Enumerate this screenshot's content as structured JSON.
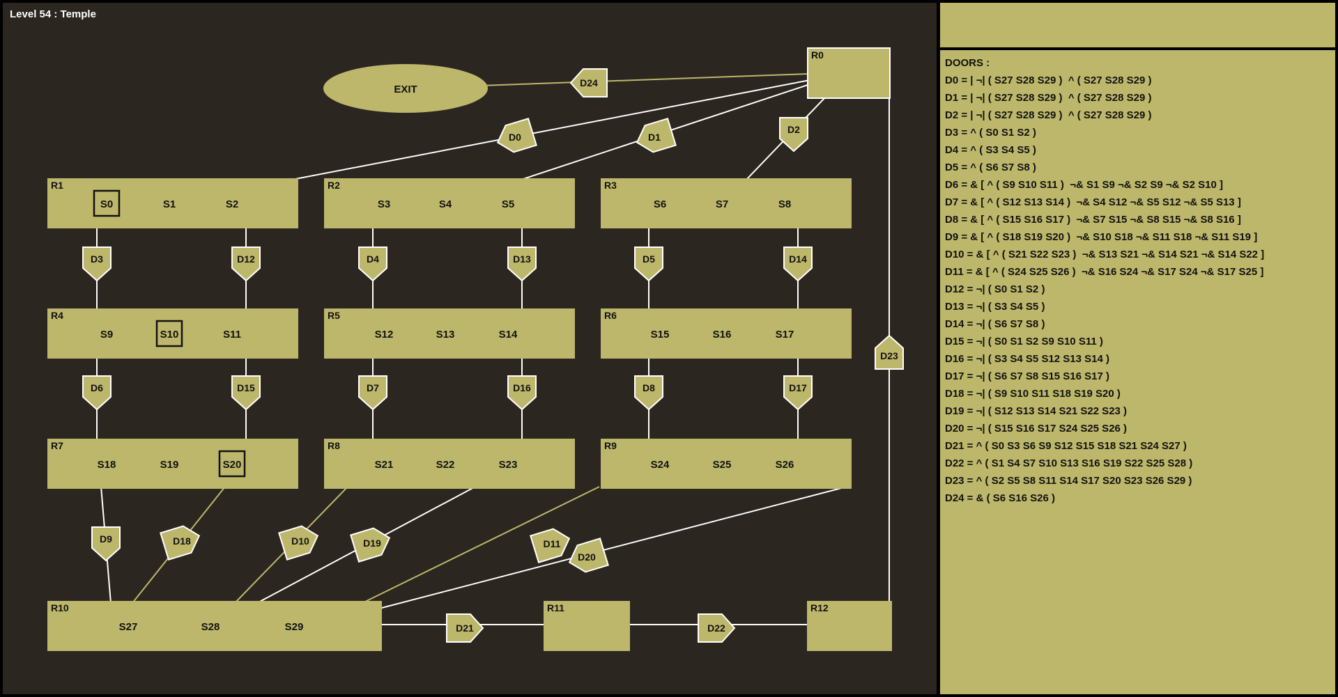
{
  "title": "Level 54 : Temple",
  "colors": {
    "room_fill": "#bdb76b",
    "background": "#2b2620",
    "line": "#ffffff",
    "panel": "#bdb76b"
  },
  "exit_label": "EXIT",
  "rooms": [
    {
      "id": "R0",
      "label": "R0",
      "switches": []
    },
    {
      "id": "R1",
      "label": "R1",
      "switches": [
        {
          "label": "S0",
          "boxed": true
        },
        {
          "label": "S1"
        },
        {
          "label": "S2"
        }
      ]
    },
    {
      "id": "R2",
      "label": "R2",
      "switches": [
        {
          "label": "S3"
        },
        {
          "label": "S4"
        },
        {
          "label": "S5"
        }
      ]
    },
    {
      "id": "R3",
      "label": "R3",
      "switches": [
        {
          "label": "S6"
        },
        {
          "label": "S7"
        },
        {
          "label": "S8"
        }
      ]
    },
    {
      "id": "R4",
      "label": "R4",
      "switches": [
        {
          "label": "S9"
        },
        {
          "label": "S10",
          "boxed": true
        },
        {
          "label": "S11"
        }
      ]
    },
    {
      "id": "R5",
      "label": "R5",
      "switches": [
        {
          "label": "S12"
        },
        {
          "label": "S13"
        },
        {
          "label": "S14"
        }
      ]
    },
    {
      "id": "R6",
      "label": "R6",
      "switches": [
        {
          "label": "S15"
        },
        {
          "label": "S16"
        },
        {
          "label": "S17"
        }
      ]
    },
    {
      "id": "R7",
      "label": "R7",
      "switches": [
        {
          "label": "S18"
        },
        {
          "label": "S19"
        },
        {
          "label": "S20",
          "boxed": true
        }
      ]
    },
    {
      "id": "R8",
      "label": "R8",
      "switches": [
        {
          "label": "S21"
        },
        {
          "label": "S22"
        },
        {
          "label": "S23"
        }
      ]
    },
    {
      "id": "R9",
      "label": "R9",
      "switches": [
        {
          "label": "S24"
        },
        {
          "label": "S25"
        },
        {
          "label": "S26"
        }
      ]
    },
    {
      "id": "R10",
      "label": "R10",
      "switches": [
        {
          "label": "S27"
        },
        {
          "label": "S28"
        },
        {
          "label": "S29"
        }
      ]
    },
    {
      "id": "R11",
      "label": "R11",
      "switches": []
    },
    {
      "id": "R12",
      "label": "R12",
      "switches": []
    }
  ],
  "door_labels": [
    "D0",
    "D1",
    "D2",
    "D3",
    "D4",
    "D5",
    "D6",
    "D7",
    "D8",
    "D9",
    "D10",
    "D11",
    "D12",
    "D13",
    "D14",
    "D15",
    "D16",
    "D17",
    "D18",
    "D19",
    "D20",
    "D21",
    "D22",
    "D23",
    "D24"
  ],
  "doors_panel": {
    "heading": "DOORS :",
    "rules": [
      "D0 = | ¬| ( S27 S28 S29 )  ^ ( S27 S28 S29 )",
      "D1 = | ¬| ( S27 S28 S29 )  ^ ( S27 S28 S29 )",
      "D2 = | ¬| ( S27 S28 S29 )  ^ ( S27 S28 S29 )",
      "D3 = ^ ( S0 S1 S2 )",
      "D4 = ^ ( S3 S4 S5 )",
      "D5 = ^ ( S6 S7 S8 )",
      "D6 = & [ ^ ( S9 S10 S11 )  ¬& S1 S9 ¬& S2 S9 ¬& S2 S10 ]",
      "D7 = & [ ^ ( S12 S13 S14 )  ¬& S4 S12 ¬& S5 S12 ¬& S5 S13 ]",
      "D8 = & [ ^ ( S15 S16 S17 )  ¬& S7 S15 ¬& S8 S15 ¬& S8 S16 ]",
      "D9 = & [ ^ ( S18 S19 S20 )  ¬& S10 S18 ¬& S11 S18 ¬& S11 S19 ]",
      "D10 = & [ ^ ( S21 S22 S23 )  ¬& S13 S21 ¬& S14 S21 ¬& S14 S22 ]",
      "D11 = & [ ^ ( S24 S25 S26 )  ¬& S16 S24 ¬& S17 S24 ¬& S17 S25 ]",
      "D12 = ¬| ( S0 S1 S2 )",
      "D13 = ¬| ( S3 S4 S5 )",
      "D14 = ¬| ( S6 S7 S8 )",
      "D15 = ¬| ( S0 S1 S2 S9 S10 S11 )",
      "D16 = ¬| ( S3 S4 S5 S12 S13 S14 )",
      "D17 = ¬| ( S6 S7 S8 S15 S16 S17 )",
      "D18 = ¬| ( S9 S10 S11 S18 S19 S20 )",
      "D19 = ¬| ( S12 S13 S14 S21 S22 S23 )",
      "D20 = ¬| ( S15 S16 S17 S24 S25 S26 )",
      "D21 = ^ ( S0 S3 S6 S9 S12 S15 S18 S21 S24 S27 )",
      "D22 = ^ ( S1 S4 S7 S10 S13 S16 S19 S22 S25 S28 )",
      "D23 = ^ ( S2 S5 S8 S11 S14 S17 S20 S23 S26 S29 )",
      "D24 = & ( S6 S16 S26 )"
    ]
  }
}
